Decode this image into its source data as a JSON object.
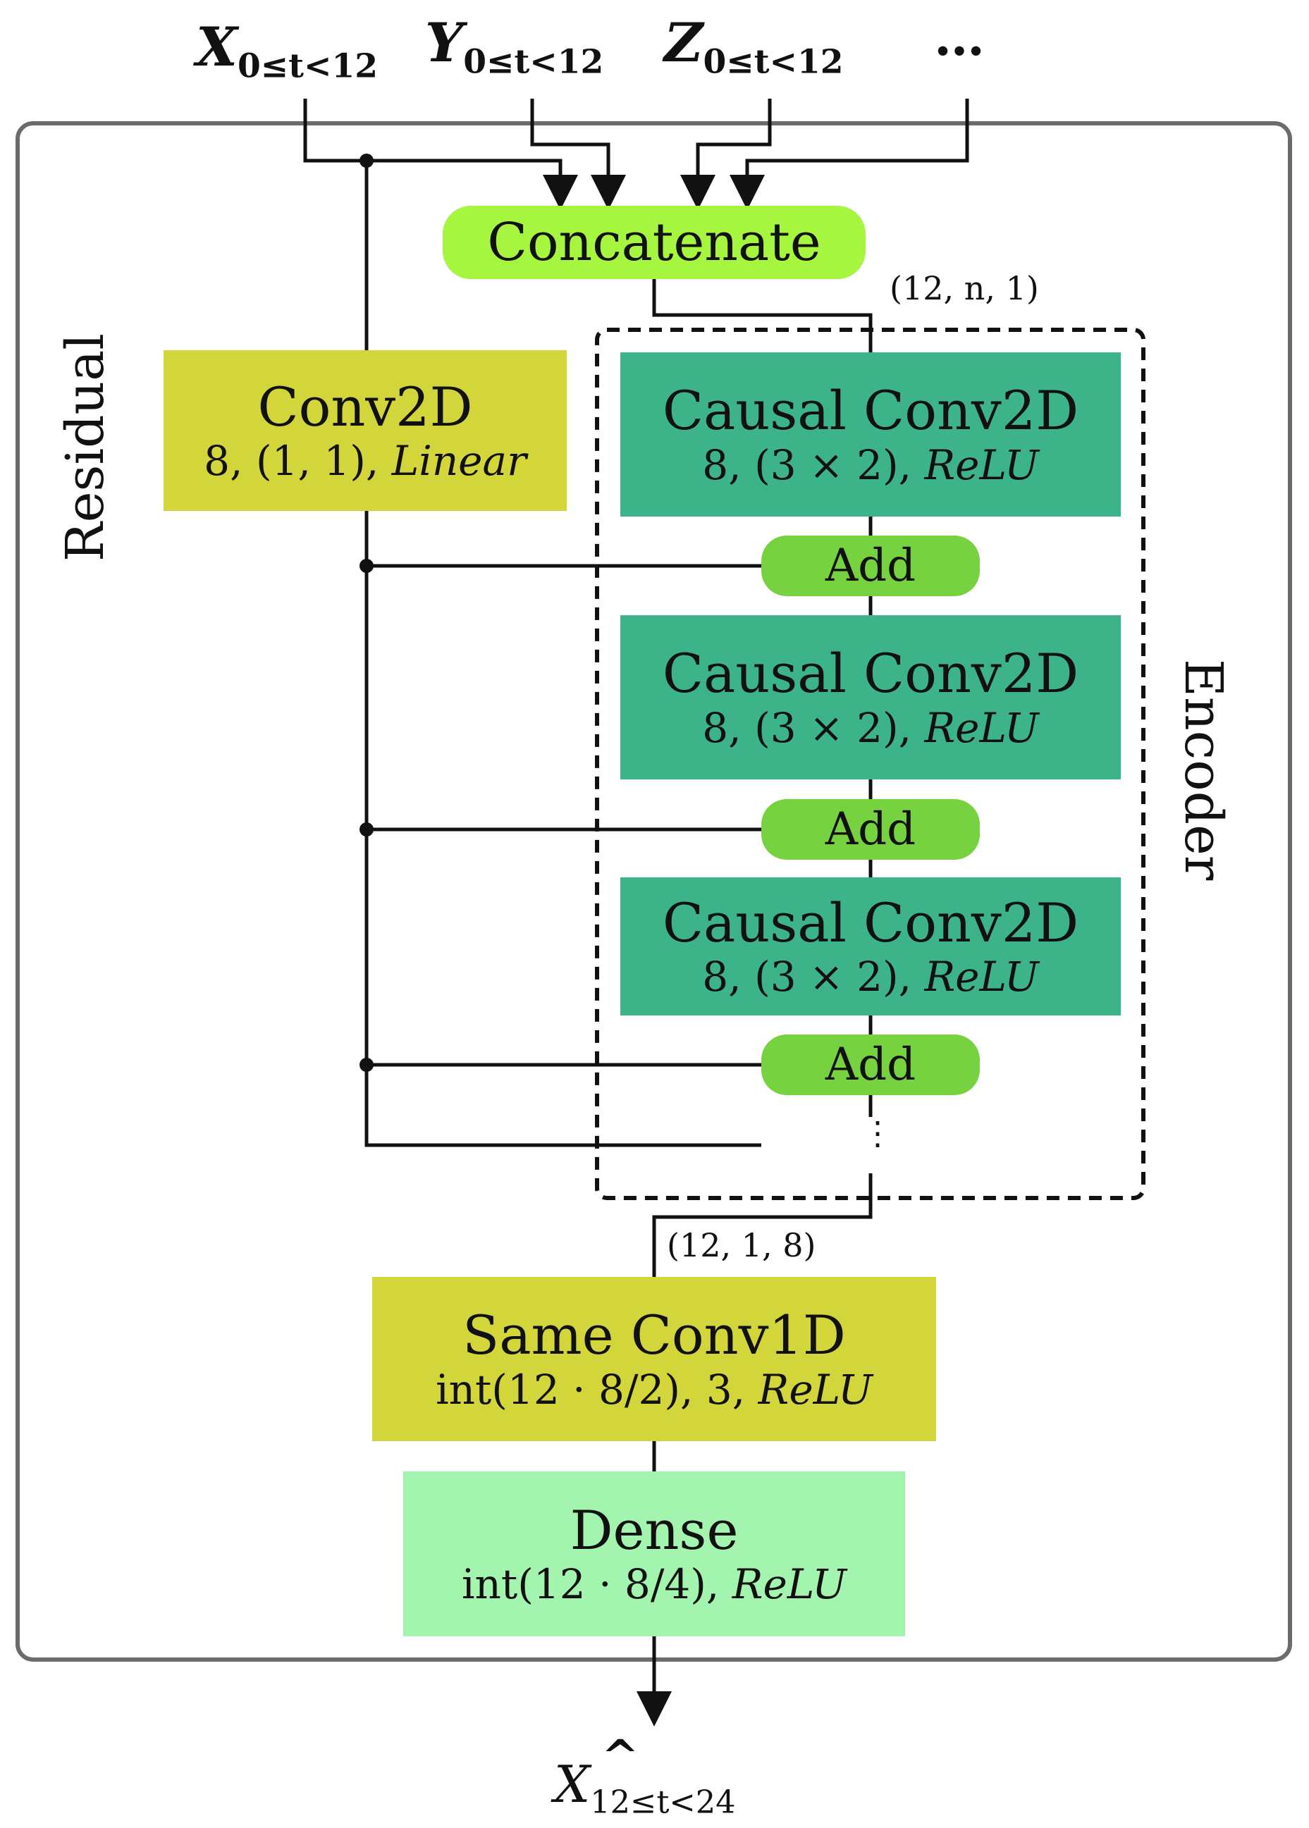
{
  "inputs": [
    {
      "var": "X",
      "sub": "0≤t<12"
    },
    {
      "var": "Y",
      "sub": "0≤t<12"
    },
    {
      "var": "Z",
      "sub": "0≤t<12"
    },
    {
      "var": "…",
      "sub": ""
    }
  ],
  "concatenate": {
    "label": "Concatenate",
    "shape_in": "(12, n, 1)"
  },
  "residual": {
    "label": "Residual",
    "conv": {
      "title": "Conv2D",
      "params_prefix": "8, (1, 1), ",
      "activation": "Linear"
    }
  },
  "encoder": {
    "label": "Encoder",
    "blocks": [
      {
        "title": "Causal Conv2D",
        "params_prefix": "8, (3 × 2), ",
        "activation": "ReLU",
        "add_label": "Add"
      },
      {
        "title": "Causal Conv2D",
        "params_prefix": "8, (3 × 2), ",
        "activation": "ReLU",
        "add_label": "Add"
      },
      {
        "title": "Causal Conv2D",
        "params_prefix": "8, (3 × 2), ",
        "activation": "ReLU",
        "add_label": "Add"
      }
    ],
    "continuation": "⋮",
    "shape_out": "(12, 1, 8)"
  },
  "same_conv": {
    "title": "Same Conv1D",
    "params_prefix": "int(12 · 8/2), 3, ",
    "activation": "ReLU"
  },
  "dense": {
    "title": "Dense",
    "params_prefix": "int(12 · 8/4), ",
    "activation": "ReLU"
  },
  "output": {
    "var": "X",
    "hat": "^",
    "sub": "12≤t<24"
  },
  "colors": {
    "concatenate": "#a6f53f",
    "conv2d": "#d3d63a",
    "causal_conv": "#3db38a",
    "add": "#77d23f",
    "same_conv": "#d3d63a",
    "dense": "#a3f4ae",
    "frame": "#6b6b6b"
  }
}
